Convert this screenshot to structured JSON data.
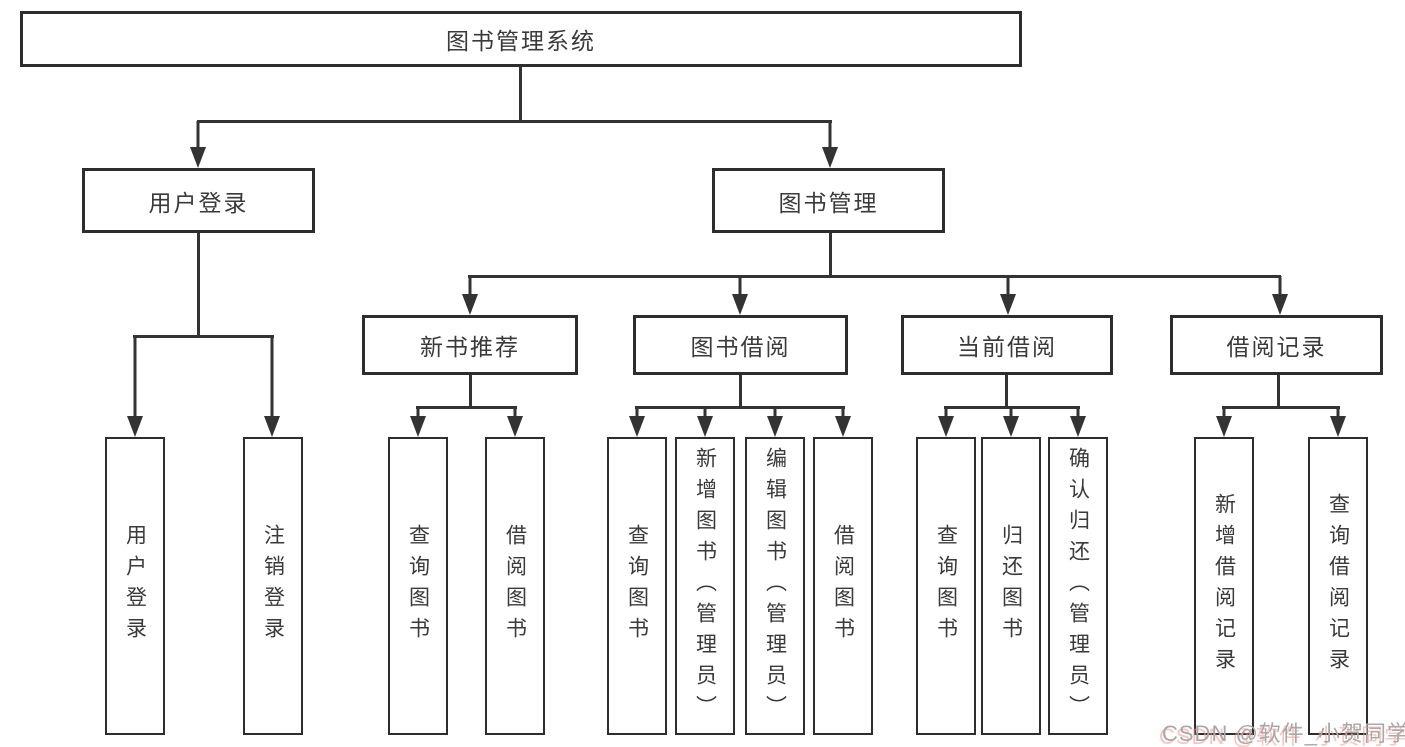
{
  "diagram": {
    "title": "图书管理系统",
    "nodes": {
      "root": "图书管理系统",
      "user_login": "用户登录",
      "book_mgmt": "图书管理",
      "new_book_rec": "新书推荐",
      "book_borrow": "图书借阅",
      "current_borrow": "当前借阅",
      "borrow_record": "借阅记录",
      "leaf_user_login": "用户登录",
      "leaf_logout": "注销登录",
      "leaf_nbr_query": "查询图书",
      "leaf_nbr_borrow": "借阅图书",
      "leaf_bb_query": "查询图书",
      "leaf_bb_add": "新增图书（管理员）",
      "leaf_bb_edit": "编辑图书（管理员）",
      "leaf_bb_borrow": "借阅图书",
      "leaf_cb_query": "查询图书",
      "leaf_cb_return": "归还图书",
      "leaf_cb_confirm": "确认归还（管理员）",
      "leaf_br_add": "新增借阅记录",
      "leaf_br_query": "查询借阅记录"
    },
    "colors": {
      "background": "#ffffff",
      "box_border": "#2d2d2d",
      "connector_line": "#333333",
      "text": "#3a3a3a",
      "watermark_gray": "#a8a8a8",
      "watermark_pink": "#f6968c"
    }
  },
  "watermark": {
    "text": "CSDN @软件_小贺同学"
  }
}
